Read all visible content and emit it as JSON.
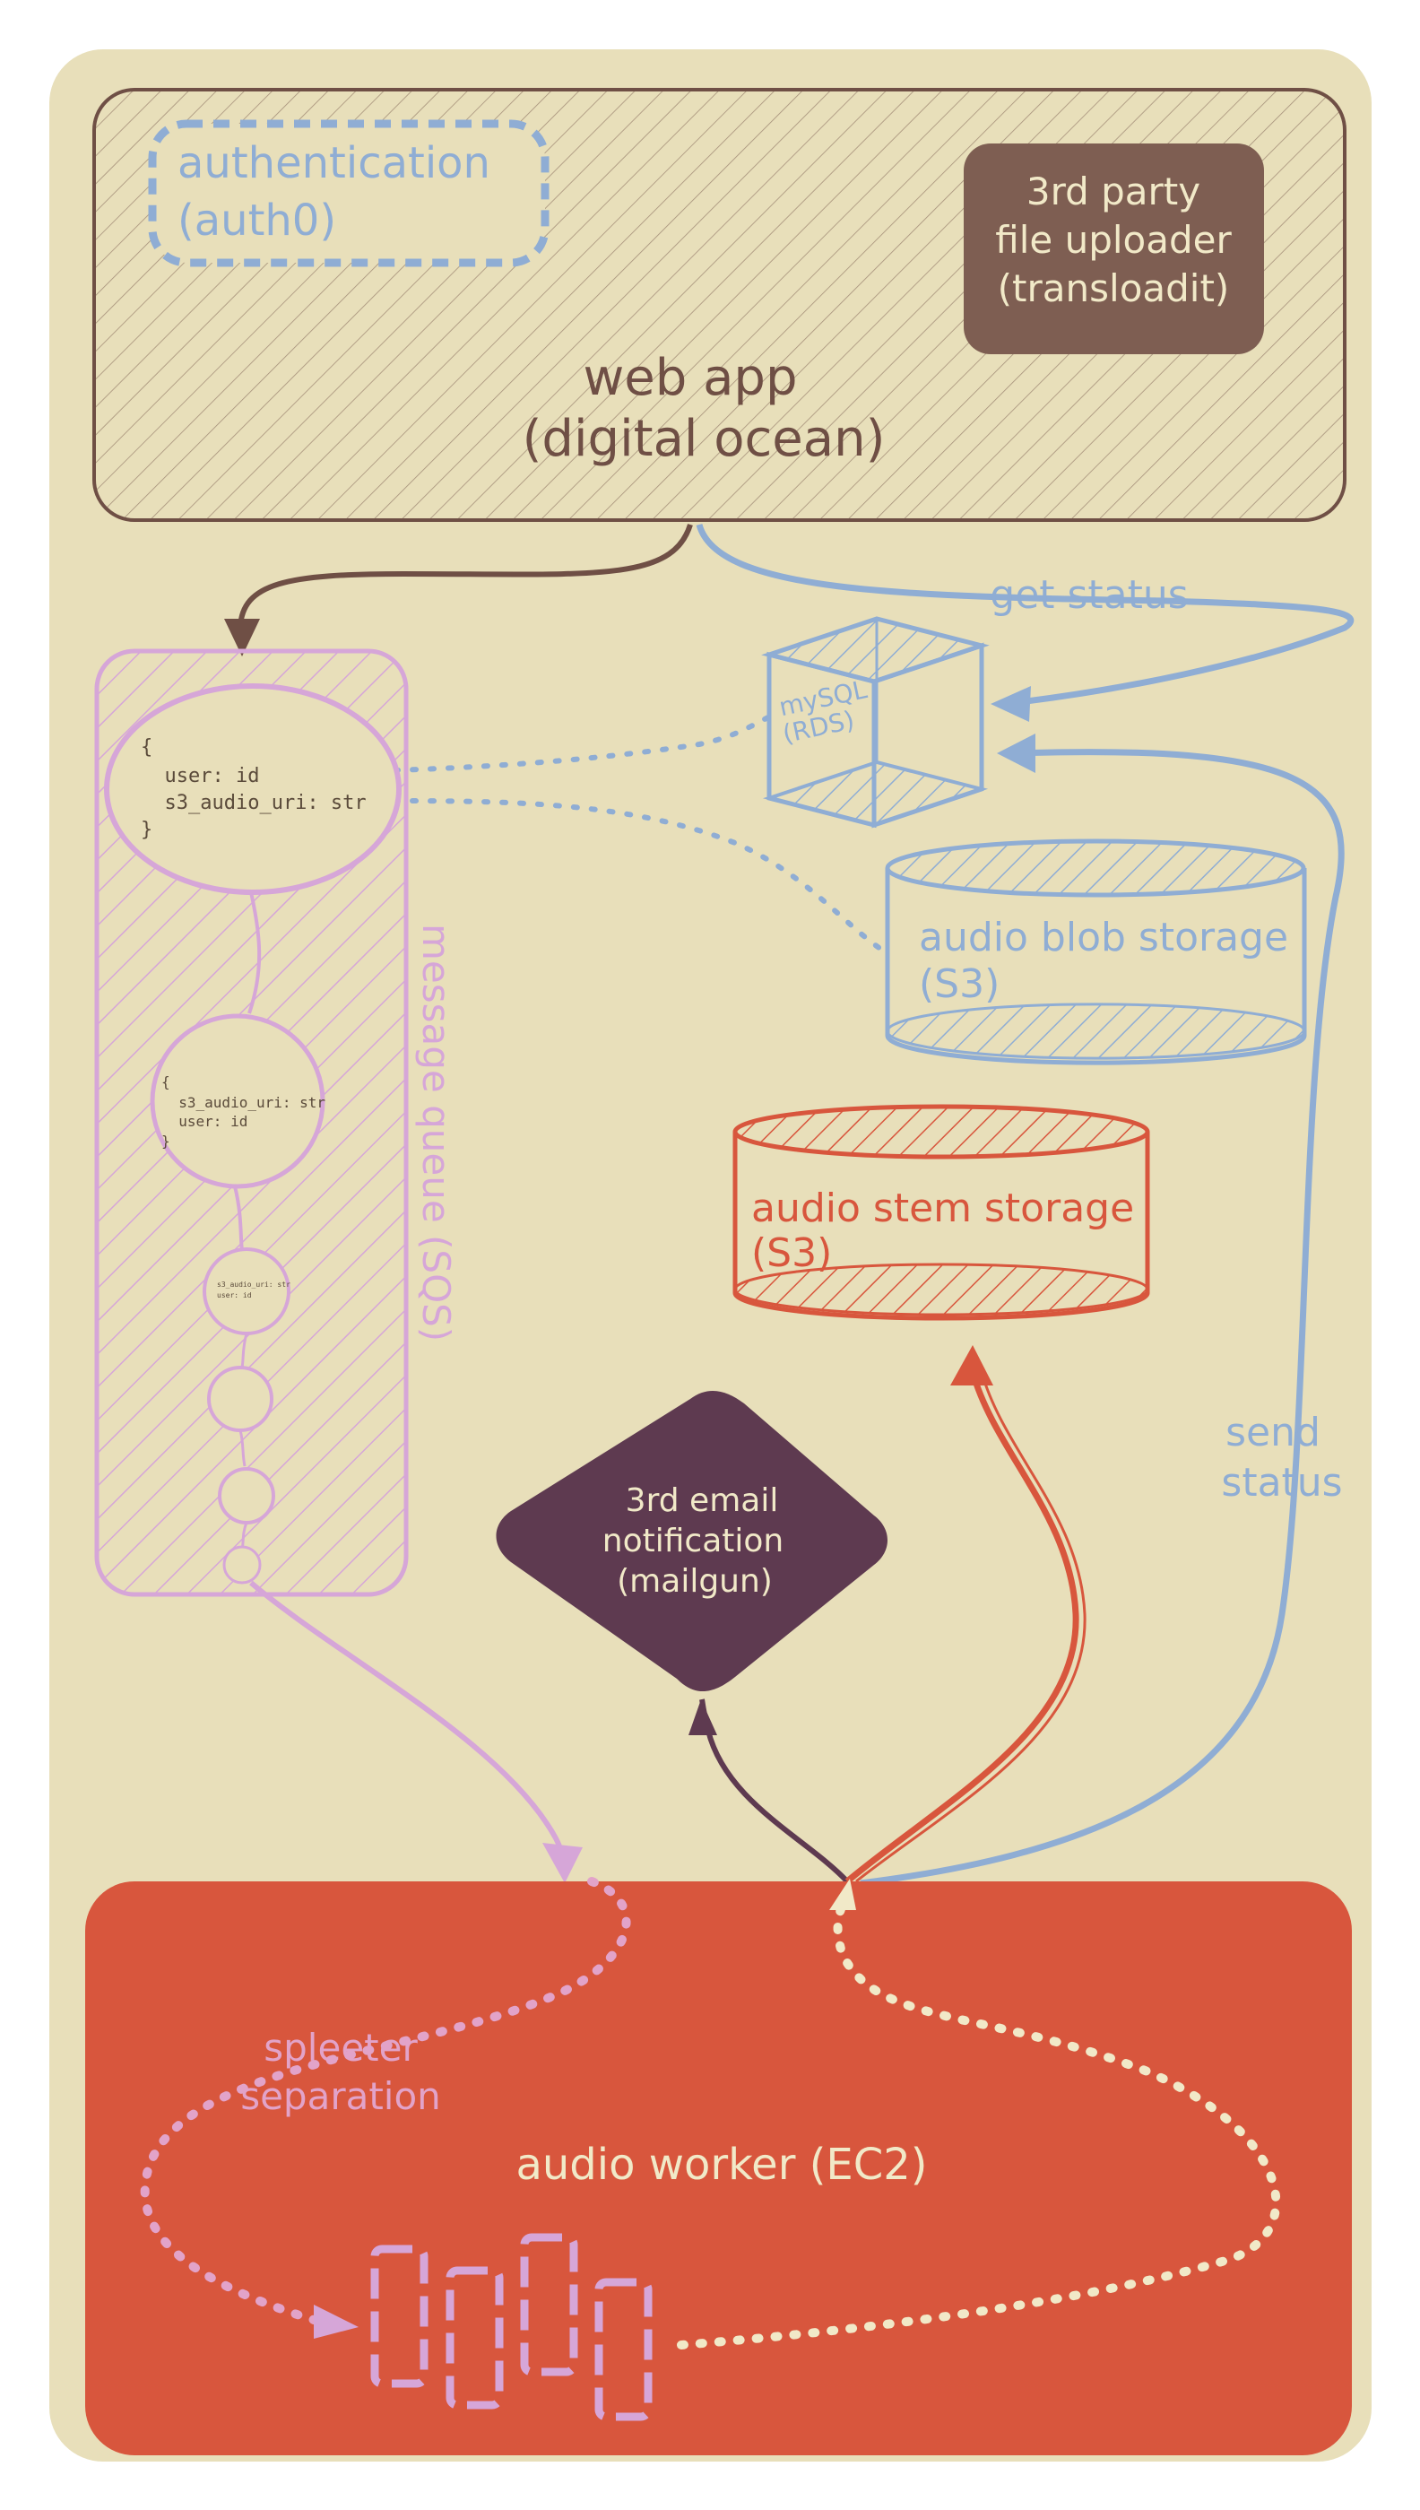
{
  "colors": {
    "canvas": "#e8dfba",
    "brown": "#6f4f45",
    "brown_fill": "#7e5e52",
    "blue": "#8fadd4",
    "lilac": "#d6a6d8",
    "red": "#d8563d",
    "plum": "#5e3a50",
    "cream": "#f1e9c8"
  },
  "webapp": {
    "title_line1": "web app",
    "title_line2": "(digital ocean)"
  },
  "auth": {
    "line1": "authentication",
    "line2": "(auth0)"
  },
  "uploader": {
    "line1": "3rd party",
    "line2": "file uploader",
    "line3": "(transloadit)"
  },
  "mysql": {
    "line1": "mySQL",
    "line2": "(RDS)"
  },
  "blob_storage": {
    "line1": "audio blob storage",
    "line2": "(S3)"
  },
  "stem_storage": {
    "line1": "audio stem storage",
    "line2": "(S3)"
  },
  "queue": {
    "label": "message queue (SQS)",
    "msg1": {
      "line1": "{",
      "line2": "  user: id",
      "line3": "  s3_audio_uri: str",
      "line4": "}"
    },
    "msg2": {
      "line1": "{",
      "line2": "  s3_audio_uri: str",
      "line3": "  user: id",
      "line4": "}"
    },
    "msg3": {
      "line1": "s3_audio_uri: str",
      "line2": "user: id"
    }
  },
  "email": {
    "line1": "3rd email",
    "line2": "notification",
    "line3": "(mailgun)"
  },
  "edges": {
    "get_status": "get status",
    "send_status_line1": "send",
    "send_status_line2": "status"
  },
  "worker": {
    "title": "audio worker (EC2)",
    "spleeter_line1": "spleeter",
    "spleeter_line2": "separation"
  }
}
